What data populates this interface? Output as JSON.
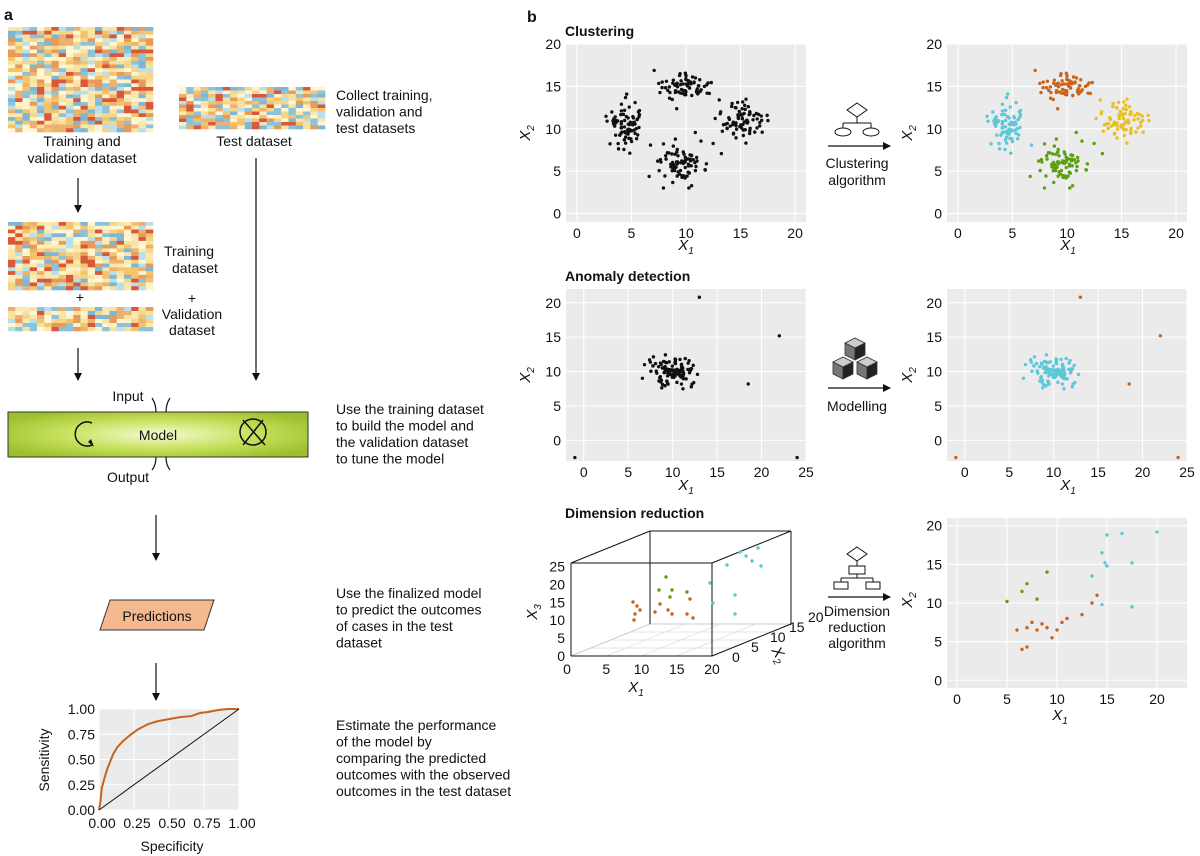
{
  "panel_labels": {
    "a": "a",
    "b": "b"
  },
  "workflow": {
    "train_val_label": [
      "Training and",
      "validation dataset"
    ],
    "test_label": "Test dataset",
    "training_label": [
      "Training",
      "dataset"
    ],
    "plus": "+",
    "validation_label": [
      "+",
      "Validation",
      "dataset"
    ],
    "input_label": "Input",
    "model_label": "Model",
    "output_label": "Output",
    "predictions_label": "Predictions",
    "descriptions": [
      [
        "Collect training,",
        "validation and",
        "test datasets"
      ],
      [
        "Use the training dataset",
        "to build the model and",
        "the validation dataset",
        "to tune the model"
      ],
      [
        "Use the finalized model",
        "to predict the outcomes",
        "of cases in the test",
        "dataset"
      ],
      [
        "Estimate the performance",
        "of the model by",
        "comparing the predicted",
        "outcomes with the observed",
        "outcomes in the test dataset"
      ]
    ]
  },
  "methods": {
    "clustering_title": "Clustering",
    "clustering_arrow": [
      "Clustering",
      "algorithm"
    ],
    "anomaly_title": "Anomaly detection",
    "anomaly_arrow": [
      "Modelling"
    ],
    "dimred_title": "Dimension reduction",
    "dimred_arrow": [
      "Dimension",
      "reduction",
      "algorithm"
    ]
  },
  "colors": {
    "orange": "#c8631e",
    "teal": "#5ac8d8",
    "yellow": "#e8c020",
    "green": "#5aa010",
    "black": "#111111",
    "panel_bg": "#ebebeb",
    "model_bar": "#a8cc3a",
    "predictions_fill": "#f5b990"
  },
  "chart_data": [
    {
      "id": "roc",
      "type": "line",
      "xlabel": "Specificity",
      "ylabel": "Sensitivity",
      "xlim": [
        0,
        1
      ],
      "ylim": [
        0,
        1
      ],
      "x_ticks": [
        "0.00",
        "0.25",
        "0.50",
        "0.75",
        "1.00"
      ],
      "y_ticks": [
        "0.00",
        "0.25",
        "0.50",
        "0.75",
        "1.00"
      ],
      "series": [
        {
          "values": [
            [
              0,
              0
            ],
            [
              0.01,
              0.08
            ],
            [
              0.02,
              0.22
            ],
            [
              0.04,
              0.32
            ],
            [
              0.06,
              0.41
            ],
            [
              0.08,
              0.48
            ],
            [
              0.1,
              0.55
            ],
            [
              0.13,
              0.62
            ],
            [
              0.17,
              0.68
            ],
            [
              0.22,
              0.74
            ],
            [
              0.28,
              0.8
            ],
            [
              0.35,
              0.85
            ],
            [
              0.42,
              0.88
            ],
            [
              0.5,
              0.9
            ],
            [
              0.58,
              0.92
            ],
            [
              0.66,
              0.93
            ],
            [
              0.72,
              0.96
            ],
            [
              0.78,
              0.97
            ],
            [
              0.85,
              0.99
            ],
            [
              0.92,
              1.0
            ],
            [
              1,
              1
            ]
          ]
        },
        {
          "values": [
            [
              0,
              0
            ],
            [
              1,
              1
            ]
          ]
        }
      ]
    },
    {
      "id": "clustering-raw",
      "type": "scatter",
      "xlabel": "X1",
      "ylabel": "X2",
      "xlim": [
        -1,
        21
      ],
      "ylim": [
        -1,
        20
      ],
      "x_ticks": [
        "0",
        "5",
        "10",
        "15",
        "20"
      ],
      "y_ticks": [
        "0",
        "5",
        "10",
        "15",
        "20"
      ]
    },
    {
      "id": "clustering-result",
      "type": "scatter",
      "xlabel": "X1",
      "ylabel": "X2",
      "xlim": [
        -1,
        21
      ],
      "ylim": [
        -1,
        20
      ],
      "x_ticks": [
        "0",
        "5",
        "10",
        "15",
        "20"
      ],
      "y_ticks": [
        "0",
        "5",
        "10",
        "15",
        "20"
      ]
    },
    {
      "id": "anomaly-raw",
      "type": "scatter",
      "xlabel": "X1",
      "ylabel": "X2",
      "xlim": [
        -2,
        25
      ],
      "ylim": [
        -3,
        22
      ],
      "x_ticks": [
        "0",
        "5",
        "10",
        "15",
        "20",
        "25"
      ],
      "y_ticks": [
        "0",
        "5",
        "10",
        "15",
        "20"
      ],
      "outliers": [
        [
          13,
          20.8
        ],
        [
          22,
          15.2
        ],
        [
          18.5,
          8.2
        ],
        [
          -1,
          -2.5
        ],
        [
          24,
          -2.5
        ]
      ]
    },
    {
      "id": "anomaly-result",
      "type": "scatter",
      "xlabel": "X1",
      "ylabel": "X2",
      "xlim": [
        -2,
        25
      ],
      "ylim": [
        -3,
        22
      ],
      "x_ticks": [
        "0",
        "5",
        "10",
        "15",
        "20",
        "25"
      ],
      "y_ticks": [
        "0",
        "5",
        "10",
        "15",
        "20"
      ],
      "outliers": [
        [
          13,
          20.8
        ],
        [
          22,
          15.2
        ],
        [
          18.5,
          8.2
        ],
        [
          -1,
          -2.5
        ],
        [
          24,
          -2.5
        ]
      ]
    },
    {
      "id": "dimred-3d",
      "type": "scatter",
      "xlabel": "X1",
      "ylabel": "X2",
      "zlabel": "X3",
      "x_ticks": [
        "0",
        "5",
        "10",
        "15",
        "20"
      ],
      "y_ticks": [
        "0",
        "5",
        "10",
        "15",
        "20"
      ],
      "z_ticks": [
        "0",
        "5",
        "10",
        "15",
        "20",
        "25"
      ]
    },
    {
      "id": "dimred-2d",
      "type": "scatter",
      "xlabel": "X1",
      "ylabel": "X2",
      "xlim": [
        -1,
        23
      ],
      "ylim": [
        -1,
        21
      ],
      "x_ticks": [
        "0",
        "5",
        "10",
        "15",
        "20"
      ],
      "y_ticks": [
        "0",
        "5",
        "10",
        "15",
        "20"
      ],
      "series": [
        {
          "color": "green",
          "values": [
            [
              5,
              10.2
            ],
            [
              6.5,
              11.5
            ],
            [
              7,
              12.5
            ],
            [
              8,
              10.5
            ],
            [
              9,
              14
            ]
          ]
        },
        {
          "color": "orange",
          "values": [
            [
              6,
              6.5
            ],
            [
              6.5,
              4
            ],
            [
              7,
              4.3
            ],
            [
              7,
              6.8
            ],
            [
              7.5,
              7.5
            ],
            [
              8,
              6.5
            ],
            [
              8.5,
              7.3
            ],
            [
              9,
              6.8
            ],
            [
              9.5,
              5.5
            ],
            [
              10,
              6.5
            ],
            [
              10.5,
              7.5
            ],
            [
              11,
              8
            ],
            [
              12.5,
              8.5
            ],
            [
              13.5,
              10
            ],
            [
              14,
              11
            ]
          ]
        },
        {
          "color": "teal",
          "values": [
            [
              13.5,
              13.5
            ],
            [
              14.5,
              16.5
            ],
            [
              14.8,
              15.2
            ],
            [
              15,
              14.8
            ],
            [
              15,
              18.8
            ],
            [
              16.5,
              19
            ],
            [
              17.5,
              15.2
            ],
            [
              17.5,
              9.5
            ],
            [
              14.5,
              9.8
            ],
            [
              20,
              19.2
            ]
          ]
        }
      ]
    }
  ]
}
